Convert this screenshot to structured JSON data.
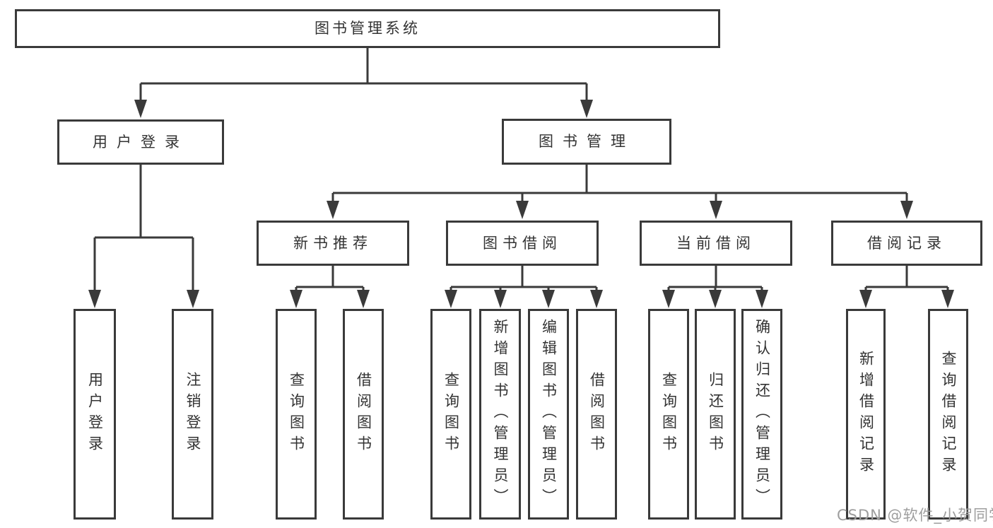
{
  "colors": {
    "line": "#3a3a3a",
    "text": "#333333",
    "background": "#ffffff",
    "watermark": "#9e9e9e"
  },
  "tree": {
    "root": {
      "label": "图书管理系统"
    },
    "branches": [
      {
        "label": "用户登录",
        "leaves": [
          {
            "label": "用户登录"
          },
          {
            "label": "注销登录"
          }
        ]
      },
      {
        "label": "图书管理",
        "groups": [
          {
            "label": "新书推荐",
            "leaves": [
              {
                "label": "查询图书"
              },
              {
                "label": "借阅图书"
              }
            ]
          },
          {
            "label": "图书借阅",
            "leaves": [
              {
                "label": "查询图书"
              },
              {
                "label": "新增图书（管理员）"
              },
              {
                "label": "编辑图书（管理员）"
              },
              {
                "label": "借阅图书"
              }
            ]
          },
          {
            "label": "当前借阅",
            "leaves": [
              {
                "label": "查询图书"
              },
              {
                "label": "归还图书"
              },
              {
                "label": "确认归还（管理员）"
              }
            ]
          },
          {
            "label": "借阅记录",
            "leaves": [
              {
                "label": "新增借阅记录"
              },
              {
                "label": "查询借阅记录"
              }
            ]
          }
        ]
      }
    ]
  },
  "watermark": {
    "text": "CSDN @软件_小贺同学"
  }
}
